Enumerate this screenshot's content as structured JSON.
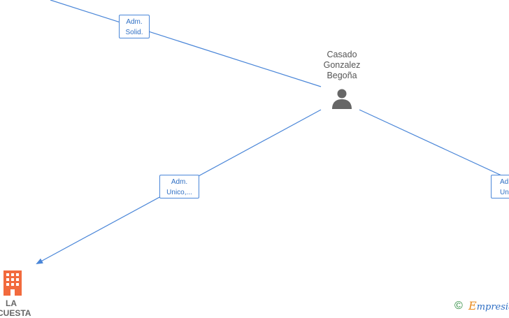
{
  "person": {
    "name_lines": [
      "Casado",
      "Gonzalez",
      "Begoña"
    ]
  },
  "edges": [
    {
      "label_lines": [
        "Adm.",
        "Solid."
      ]
    },
    {
      "label_lines": [
        "Adm.",
        "Unico,..."
      ]
    },
    {
      "label_lines": [
        "Adm.",
        "Unico,..."
      ]
    }
  ],
  "company": {
    "name_lines": [
      "LA",
      "CUESTA"
    ]
  },
  "brand": {
    "copyright": "©",
    "initial": "E",
    "rest": "mpresia"
  },
  "colors": {
    "edge": "#4a86d8",
    "person_icon": "#666666",
    "company_icon": "#f26a3d",
    "brand": "#2f6fc4"
  },
  "icons": {
    "person": "person-silhouette-icon",
    "company": "building-icon",
    "brand": "copyright-icon"
  }
}
